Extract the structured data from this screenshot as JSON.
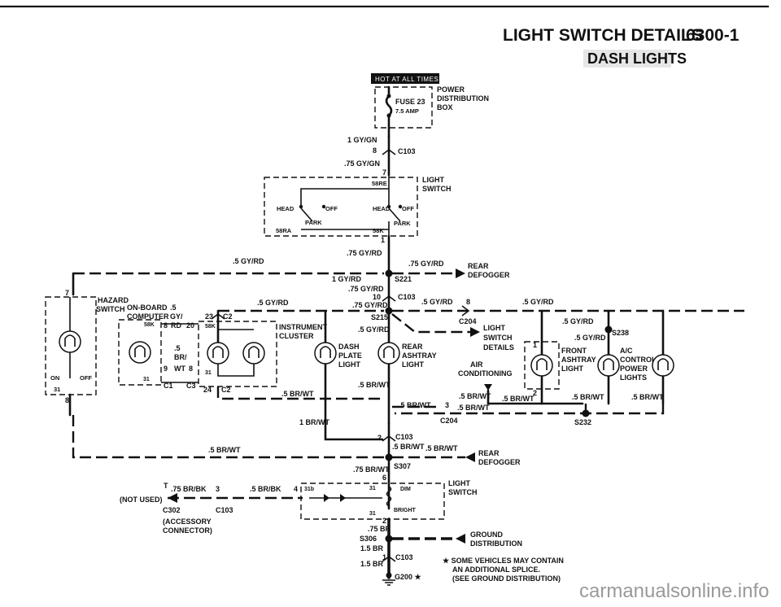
{
  "header": {
    "title": "LIGHT SWITCH DETAILS",
    "page_number": "6300-1",
    "section": "DASH LIGHTS",
    "badge": "HOT AT ALL TIMES"
  },
  "fuse_box": {
    "fuse": "FUSE 23",
    "rating": "7.5 AMP",
    "name_1": "POWER",
    "name_2": "DISTRIBUTION",
    "name_3": "BOX"
  },
  "light_switch": {
    "name_1": "LIGHT",
    "name_2": "SWITCH",
    "head_left": "HEAD",
    "off_left": "OFF",
    "park_left": "PARK",
    "terminal_58ra": "58RA",
    "terminal_58re": "58RE",
    "head_right": "HEAD",
    "off_right": "OFF",
    "park_right": "PARK",
    "terminal_58k": "58K",
    "pin_in": "7",
    "pin_out": "1"
  },
  "top_feed": {
    "wire_1": "1 GY/GN",
    "pin_8": "8",
    "c103": "C103",
    "wire_2": ".75 GY/GN",
    "wire_3": ".75 GY/RD"
  },
  "distribution": {
    "wire_left": ".5 GY/RD",
    "wire_main": "1 GY/RD",
    "wire_rear_top": ".75 GY/RD",
    "rear_defogger_1": "REAR",
    "rear_defogger_2": "DEFOGGER",
    "s221": "S221",
    "wire_down": ".75 GY/RD",
    "pin_10": "10",
    "c103": "C103",
    "wire_down_2": ".75 GY/RD",
    "s215": "S215",
    "wire_cluster": ".5 GY/RD",
    "wire_right": ".5 GY/RD",
    "pin_8": "8",
    "wire_far_right": ".5 GY/RD",
    "c204": "C204",
    "wire_dash": ".5 GY/RD"
  },
  "hazard": {
    "name_1": "HAZARD",
    "name_2": "SWITCH",
    "pin_7": "7",
    "on": "ON",
    "off": "OFF",
    "term_31": "31",
    "pin_8": "8"
  },
  "onboard": {
    "name_1": "ON-BOARD",
    "name_2": "COMPUTER",
    "wire_top_1": ".5",
    "wire_top_2": "GY/",
    "wire_top_3": "RD",
    "pin_8": "8",
    "pin_20": "20",
    "term_58k": "58K",
    "wire_bot_1": ".5",
    "wire_bot_2": "BR/",
    "wire_bot_3": "WT",
    "pin_9": "9",
    "pin_8b": "8",
    "term_31": "31",
    "c1": "C1",
    "c3": "C3"
  },
  "cluster": {
    "name_1": "INSTRUMENT",
    "name_2": "CLUSTER",
    "pin_23": "23",
    "c2": "C2",
    "term_58k": "58K",
    "term_31": "31",
    "pin_24": "24",
    "c2b": "C2",
    "wire_gnd": ".5 BR/WT"
  },
  "lamps": {
    "dash_1": "DASH",
    "dash_2": "PLATE",
    "dash_3": "LIGHT",
    "rear_1": "REAR",
    "rear_2": "ASHTRAY",
    "rear_3": "LIGHT",
    "front_1": "FRONT",
    "front_2": "ASHTRAY",
    "front_3": "LIGHT",
    "ac_1": "A/C",
    "ac_2": "CONTROL",
    "ac_3": "POWER",
    "ac_4": "LIGHTS"
  },
  "right_side": {
    "light_switch_details_1": "LIGHT",
    "light_switch_details_2": "SWITCH",
    "light_switch_details_3": "DETAILS",
    "air_1": "AIR",
    "air_2": "CONDITIONING",
    "wire_gyrd": ".5 GY/RD",
    "pin_1": "1",
    "s238": "S238",
    "wire_gyrd_2": ".5 GY/RD",
    "pin_2": "2",
    "wire_brwt_1": ".5 BR/WT",
    "wire_brwt_2": ".5 BR/WT",
    "wire_brwt_3": ".5 BR/WT",
    "wire_brwt_4": ".5 BR/WT",
    "s232": "S232"
  },
  "ground_section": {
    "wire_dash_gnd": ".5 BR/WT",
    "wire_mid_1": ".5 BR/WT",
    "pin_3": "3",
    "wire_mid_2": ".5 BR/WT",
    "c204": "C204",
    "wire_main": "1 BR/WT",
    "pin_2": "2",
    "c103": "C103",
    "wire_5brwt": ".5 BR/WT",
    "wire_rear": ".5 BR/WT",
    "rear_1": "REAR",
    "rear_2": "DEFOGGER",
    "wire_left": ".5 BR/WT",
    "wire_75": ".75 BR/WT",
    "s307": "S307",
    "pin_6": "6"
  },
  "bottom": {
    "pin_t": "T",
    "wire_brbk_1": ".75 BR/BK",
    "pin_3": "3",
    "wire_brbk_2": ".5 BR/BK",
    "pin_4": "4",
    "term_31b": "31b",
    "not_used": "(NOT USED)",
    "c302": "C302",
    "c103": "C103",
    "accessory_1": "(ACCESSORY",
    "accessory_2": "CONNECTOR)",
    "switch_1": "LIGHT",
    "switch_2": "SWITCH",
    "term_31": "31",
    "dim": "DIM",
    "term_31_2": "31",
    "bright": "BRIGHT",
    "pin_2": "2",
    "wire_75br": ".75 BR",
    "s306": "S306",
    "wire_15br": "1.5 BR",
    "pin_1": "1",
    "c103b": "C103",
    "wire_15br_2": "1.5 BR",
    "g200": "G200 ★",
    "ground_1": "GROUND",
    "ground_2": "DISTRIBUTION",
    "note_1": "★ SOME VEHICLES MAY CONTAIN",
    "note_2": "AN ADDITIONAL SPLICE.",
    "note_3": "(SEE GROUND DISTRIBUTION)"
  },
  "watermark": "carmanualsonline.info"
}
